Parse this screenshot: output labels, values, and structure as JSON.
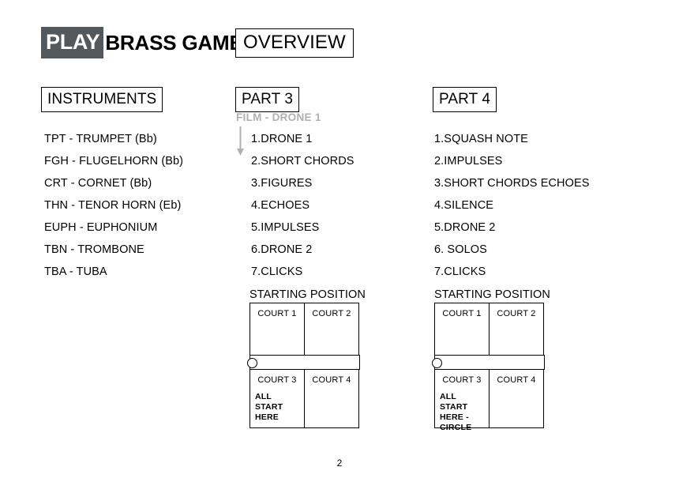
{
  "header": {
    "play_badge": "PLAY",
    "title": "BRASS GAME",
    "overview_label": "OVERVIEW",
    "badge_color": "#53585c"
  },
  "instruments": {
    "heading": "INSTRUMENTS",
    "items": [
      "TPT - TRUMPET (Bb)",
      "FGH - FLUGELHORN (Bb)",
      "CRT - CORNET (Bb)",
      "THN - TENOR HORN (Eb)",
      "EUPH - EUPHONIUM",
      "TBN - TROMBONE",
      "TBA - TUBA"
    ]
  },
  "part3": {
    "heading": "PART 3",
    "annotation": "FILM - DRONE 1",
    "annotation_color": "#b0b0b0",
    "items": [
      "1.DRONE 1",
      "2.SHORT CHORDS",
      "3.FIGURES",
      "4.ECHOES",
      "5.IMPULSES",
      "6.DRONE 2",
      "7.CLICKS"
    ],
    "starting_position": {
      "title": "STARTING POSITION",
      "courts": [
        "COURT 1",
        "COURT 2",
        "COURT 3",
        "COURT 4"
      ],
      "note": "ALL\nSTART\nHERE"
    }
  },
  "part4": {
    "heading": "PART 4",
    "items": [
      "1.SQUASH NOTE",
      "2.IMPULSES",
      "3.SHORT CHORDS ECHOES",
      "4.SILENCE",
      "5.DRONE 2",
      "6. SOLOS",
      "7.CLICKS"
    ],
    "starting_position": {
      "title": "STARTING POSITION",
      "courts": [
        "COURT 1",
        "COURT 2",
        "COURT 3",
        "COURT 4"
      ],
      "note": "ALL\nSTART\nHERE -\nCIRCLE"
    }
  },
  "footer": {
    "page_number": "2"
  }
}
